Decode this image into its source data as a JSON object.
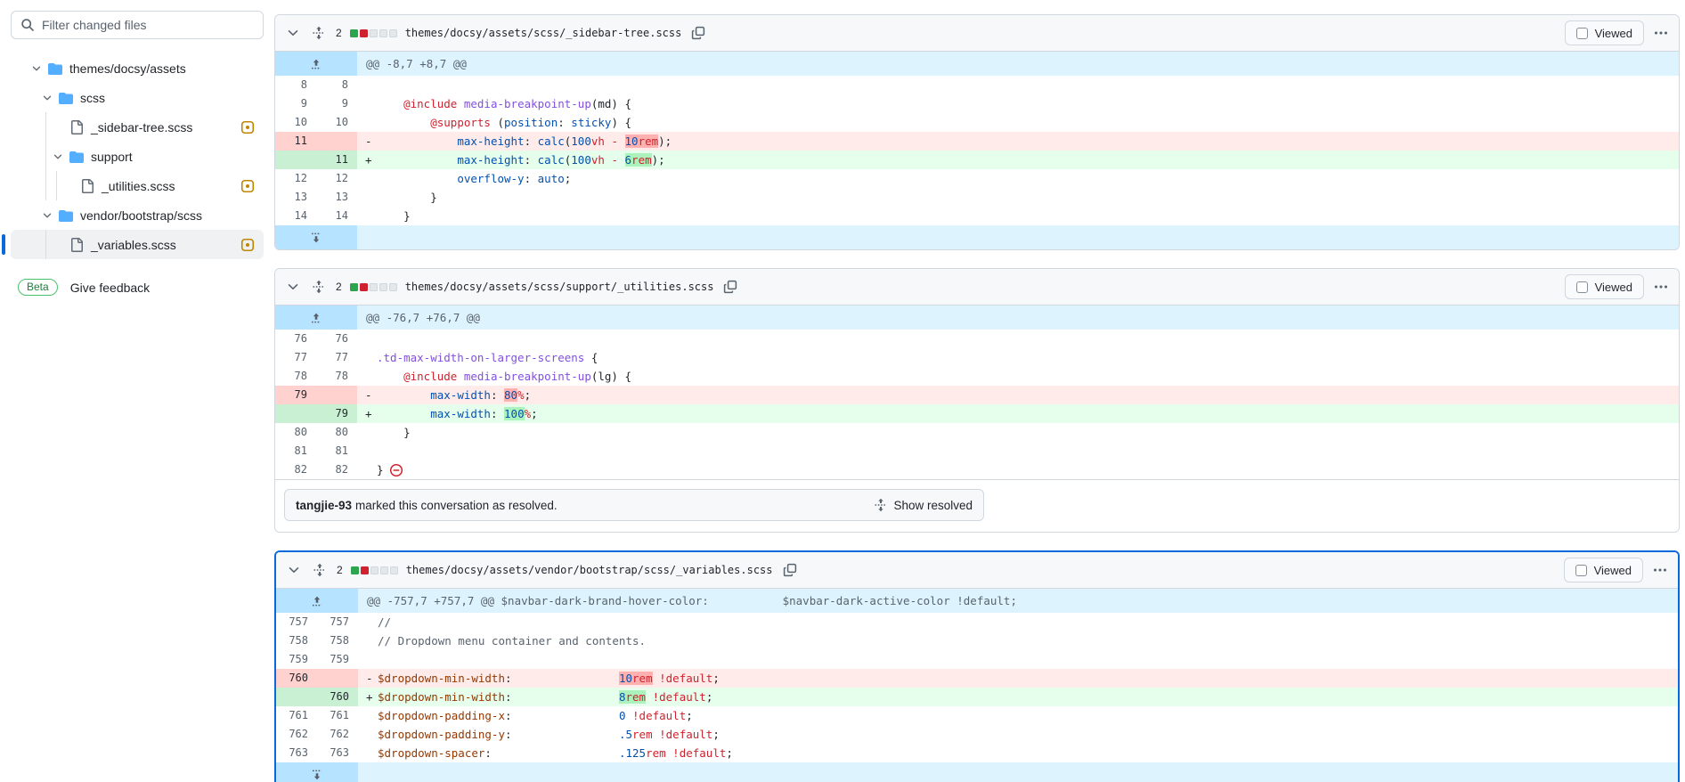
{
  "labels": {
    "viewed": "Viewed"
  },
  "colors": {
    "accent": "#0969da",
    "added": "#2da44e",
    "deleted": "#cf222e",
    "modified_badge": "#bf8700",
    "folder": "#54aeff",
    "hunk_bg": "#ddf4ff",
    "hunk_gutter_bg": "#b6e3ff"
  },
  "icons": {
    "search-icon": "magnifier",
    "chevron-down-icon": "chevron-down",
    "folder-icon": "folder",
    "file-icon": "file",
    "modified-icon": "square-with-dot",
    "unfold-icon": "up-down-arrows-dashed",
    "copy-icon": "overlapping-squares",
    "kebab-icon": "three-dots",
    "expand-up-icon": "arrow-up-dashed",
    "expand-down-icon": "arrow-down-dashed",
    "resolved-minus-icon": "minus-circle"
  },
  "sidebar": {
    "filter_placeholder": "Filter changed files",
    "tree": [
      {
        "label": "themes/docsy/assets",
        "type": "folder",
        "level": 0,
        "modified": false,
        "selected": false
      },
      {
        "label": "scss",
        "type": "folder",
        "level": 1,
        "modified": false,
        "selected": false
      },
      {
        "label": "_sidebar-tree.scss",
        "type": "file",
        "level": 2,
        "modified": true,
        "selected": false
      },
      {
        "label": "support",
        "type": "folder",
        "level": 2,
        "modified": false,
        "selected": false
      },
      {
        "label": "_utilities.scss",
        "type": "file",
        "level": 3,
        "modified": true,
        "selected": false
      },
      {
        "label": "vendor/bootstrap/scss",
        "type": "folder",
        "level": 1,
        "modified": false,
        "selected": false
      },
      {
        "label": "_variables.scss",
        "type": "file",
        "level": 2,
        "modified": true,
        "selected": true
      }
    ],
    "beta": "Beta",
    "feedback": "Give feedback"
  },
  "panels": [
    {
      "changes": "2",
      "stat": [
        "add",
        "del",
        "neutral",
        "neutral",
        "neutral"
      ],
      "path": "themes/docsy/assets/scss/_sidebar-tree.scss",
      "hunk": "@@ -8,7 +8,7 @@",
      "focused": false,
      "expand_bottom": true,
      "rows": [
        {
          "o": "8",
          "n": "8",
          "t": "ctx",
          "tk": []
        },
        {
          "o": "9",
          "n": "9",
          "t": "ctx",
          "tk": [
            [
              "    ",
              "d"
            ],
            [
              "@include",
              "k"
            ],
            [
              " ",
              "d"
            ],
            [
              "media-breakpoint-up",
              "e"
            ],
            [
              "(md) {",
              "d"
            ]
          ]
        },
        {
          "o": "10",
          "n": "10",
          "t": "ctx",
          "tk": [
            [
              "        ",
              "d"
            ],
            [
              "@supports",
              "k"
            ],
            [
              " (",
              "d"
            ],
            [
              "position",
              "c"
            ],
            [
              ": ",
              "d"
            ],
            [
              "sticky",
              "c"
            ],
            [
              ") {",
              "d"
            ]
          ]
        },
        {
          "o": "11",
          "n": "",
          "t": "del",
          "tk": [
            [
              "            ",
              "d"
            ],
            [
              "max-height",
              "c"
            ],
            [
              ": ",
              "d"
            ],
            [
              "calc",
              "c"
            ],
            [
              "(",
              "d"
            ],
            [
              "100",
              "c"
            ],
            [
              "vh",
              "k"
            ],
            [
              " ",
              "d"
            ],
            [
              "-",
              "k"
            ],
            [
              " ",
              "d"
            ],
            [
              "10",
              "c",
              "h"
            ],
            [
              "rem",
              "k",
              "h"
            ],
            [
              ");",
              "d"
            ]
          ]
        },
        {
          "o": "",
          "n": "11",
          "t": "add",
          "tk": [
            [
              "            ",
              "d"
            ],
            [
              "max-height",
              "c"
            ],
            [
              ": ",
              "d"
            ],
            [
              "calc",
              "c"
            ],
            [
              "(",
              "d"
            ],
            [
              "100",
              "c"
            ],
            [
              "vh",
              "k"
            ],
            [
              " ",
              "d"
            ],
            [
              "-",
              "k"
            ],
            [
              " ",
              "d"
            ],
            [
              "6",
              "c",
              "h"
            ],
            [
              "rem",
              "k",
              "h"
            ],
            [
              ");",
              "d"
            ]
          ]
        },
        {
          "o": "12",
          "n": "12",
          "t": "ctx",
          "tk": [
            [
              "            ",
              "d"
            ],
            [
              "overflow-y",
              "c"
            ],
            [
              ": ",
              "d"
            ],
            [
              "auto",
              "c"
            ],
            [
              ";",
              "d"
            ]
          ]
        },
        {
          "o": "13",
          "n": "13",
          "t": "ctx",
          "tk": [
            [
              "        }",
              "d"
            ]
          ]
        },
        {
          "o": "14",
          "n": "14",
          "t": "ctx",
          "tk": [
            [
              "    }",
              "d"
            ]
          ]
        }
      ]
    },
    {
      "changes": "2",
      "stat": [
        "add",
        "del",
        "neutral",
        "neutral",
        "neutral"
      ],
      "path": "themes/docsy/assets/scss/support/_utilities.scss",
      "hunk": "@@ -76,7 +76,7 @@",
      "focused": false,
      "expand_bottom": false,
      "rows": [
        {
          "o": "76",
          "n": "76",
          "t": "ctx",
          "tk": []
        },
        {
          "o": "77",
          "n": "77",
          "t": "ctx",
          "tk": [
            [
              ".td-max-width-on-larger-screens",
              "e"
            ],
            [
              " {",
              "d"
            ]
          ]
        },
        {
          "o": "78",
          "n": "78",
          "t": "ctx",
          "tk": [
            [
              "    ",
              "d"
            ],
            [
              "@include",
              "k"
            ],
            [
              " ",
              "d"
            ],
            [
              "media-breakpoint-up",
              "e"
            ],
            [
              "(lg) {",
              "d"
            ]
          ]
        },
        {
          "o": "79",
          "n": "",
          "t": "del",
          "tk": [
            [
              "        ",
              "d"
            ],
            [
              "max-width",
              "c"
            ],
            [
              ": ",
              "d"
            ],
            [
              "80",
              "c",
              "h"
            ],
            [
              "%",
              "k"
            ],
            [
              ";",
              "d"
            ]
          ]
        },
        {
          "o": "",
          "n": "79",
          "t": "add",
          "tk": [
            [
              "        ",
              "d"
            ],
            [
              "max-width",
              "c"
            ],
            [
              ": ",
              "d"
            ],
            [
              "100",
              "c",
              "h"
            ],
            [
              "%",
              "k"
            ],
            [
              ";",
              "d"
            ]
          ]
        },
        {
          "o": "80",
          "n": "80",
          "t": "ctx",
          "tk": [
            [
              "    }",
              "d"
            ]
          ]
        },
        {
          "o": "81",
          "n": "81",
          "t": "ctx",
          "tk": []
        },
        {
          "o": "82",
          "n": "82",
          "t": "ctx",
          "tk": [
            [
              "}",
              "d"
            ]
          ],
          "icon": "resolved-minus"
        }
      ],
      "resolved": {
        "author": "tangjie-93",
        "text": " marked this conversation as resolved.",
        "button": "Show resolved"
      }
    },
    {
      "changes": "2",
      "stat": [
        "add",
        "del",
        "neutral",
        "neutral",
        "neutral"
      ],
      "path": "themes/docsy/assets/vendor/bootstrap/scss/_variables.scss",
      "hunk": "@@ -757,7 +757,7 @@ $navbar-dark-brand-hover-color:           $navbar-dark-active-color !default;",
      "focused": true,
      "expand_bottom": true,
      "rows": [
        {
          "o": "757",
          "n": "757",
          "t": "ctx",
          "tk": [
            [
              "//",
              "m"
            ]
          ]
        },
        {
          "o": "758",
          "n": "758",
          "t": "ctx",
          "tk": [
            [
              "// Dropdown menu container and contents.",
              "m"
            ]
          ]
        },
        {
          "o": "759",
          "n": "759",
          "t": "ctx",
          "tk": []
        },
        {
          "o": "760",
          "n": "",
          "t": "del",
          "tk": [
            [
              "$dropdown-min-width",
              "v"
            ],
            [
              ":",
              "d"
            ],
            [
              "                ",
              "d"
            ],
            [
              "10",
              "c",
              "h"
            ],
            [
              "rem",
              "k",
              "h"
            ],
            [
              " ",
              "d"
            ],
            [
              "!default",
              "k"
            ],
            [
              ";",
              "d"
            ]
          ]
        },
        {
          "o": "",
          "n": "760",
          "t": "add",
          "tk": [
            [
              "$dropdown-min-width",
              "v"
            ],
            [
              ":",
              "d"
            ],
            [
              "                ",
              "d"
            ],
            [
              "8",
              "c",
              "h"
            ],
            [
              "rem",
              "k",
              "h"
            ],
            [
              " ",
              "d"
            ],
            [
              "!default",
              "k"
            ],
            [
              ";",
              "d"
            ]
          ]
        },
        {
          "o": "761",
          "n": "761",
          "t": "ctx",
          "tk": [
            [
              "$dropdown-padding-x",
              "v"
            ],
            [
              ":",
              "d"
            ],
            [
              "                ",
              "d"
            ],
            [
              "0",
              "c"
            ],
            [
              " ",
              "d"
            ],
            [
              "!default",
              "k"
            ],
            [
              ";",
              "d"
            ]
          ]
        },
        {
          "o": "762",
          "n": "762",
          "t": "ctx",
          "tk": [
            [
              "$dropdown-padding-y",
              "v"
            ],
            [
              ":",
              "d"
            ],
            [
              "                ",
              "d"
            ],
            [
              ".5",
              "c"
            ],
            [
              "rem",
              "k"
            ],
            [
              " ",
              "d"
            ],
            [
              "!default",
              "k"
            ],
            [
              ";",
              "d"
            ]
          ]
        },
        {
          "o": "763",
          "n": "763",
          "t": "ctx",
          "tk": [
            [
              "$dropdown-spacer",
              "v"
            ],
            [
              ":",
              "d"
            ],
            [
              "                   ",
              "d"
            ],
            [
              ".125",
              "c"
            ],
            [
              "rem",
              "k"
            ],
            [
              " ",
              "d"
            ],
            [
              "!default",
              "k"
            ],
            [
              ";",
              "d"
            ]
          ]
        }
      ]
    }
  ]
}
